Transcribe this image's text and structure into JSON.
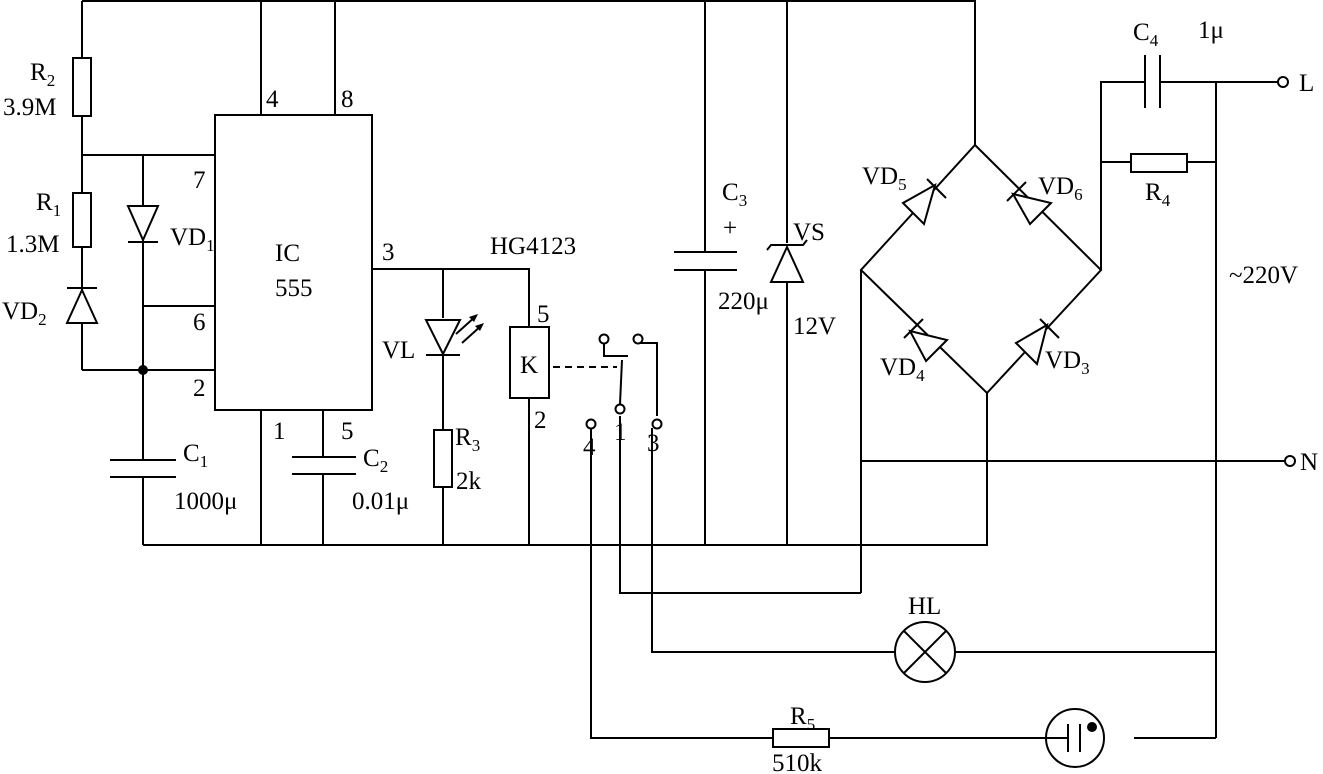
{
  "ic": {
    "name": "IC",
    "model": "555",
    "pins": {
      "p4": "4",
      "p8": "8",
      "p7": "7",
      "p6": "6",
      "p2": "2",
      "p1": "1",
      "p5": "5",
      "p3": "3"
    }
  },
  "components": {
    "r2": {
      "label": "R",
      "sub": "2",
      "value": "3.9M"
    },
    "r1": {
      "label": "R",
      "sub": "1",
      "value": "1.3M"
    },
    "vd1": {
      "label": "VD",
      "sub": "1"
    },
    "vd2": {
      "label": "VD",
      "sub": "2"
    },
    "c1": {
      "label": "C",
      "sub": "1",
      "value": "1000μ"
    },
    "c2": {
      "label": "C",
      "sub": "2",
      "value": "0.01μ"
    },
    "vl": {
      "label": "VL"
    },
    "r3": {
      "label": "R",
      "sub": "3",
      "value": "2k"
    },
    "relay": {
      "model": "HG4123",
      "coil": "K",
      "pin5": "5",
      "pin2": "2",
      "contact4": "4",
      "contact1": "1",
      "contact3": "3"
    },
    "c3": {
      "label": "C",
      "sub": "3",
      "polarity": "+",
      "value": "220μ"
    },
    "vs": {
      "label": "VS",
      "value": "12V"
    },
    "vd5": {
      "label": "VD",
      "sub": "5"
    },
    "vd6": {
      "label": "VD",
      "sub": "6"
    },
    "vd4": {
      "label": "VD",
      "sub": "4"
    },
    "vd3": {
      "label": "VD",
      "sub": "3"
    },
    "c4": {
      "label": "C",
      "sub": "4",
      "value": "1μ"
    },
    "r4": {
      "label": "R",
      "sub": "4"
    },
    "mains": {
      "l": "L",
      "n": "N",
      "voltage": "~220V"
    },
    "hl": {
      "label": "HL"
    },
    "r5": {
      "label": "R",
      "sub": "5",
      "value": "510k"
    }
  }
}
